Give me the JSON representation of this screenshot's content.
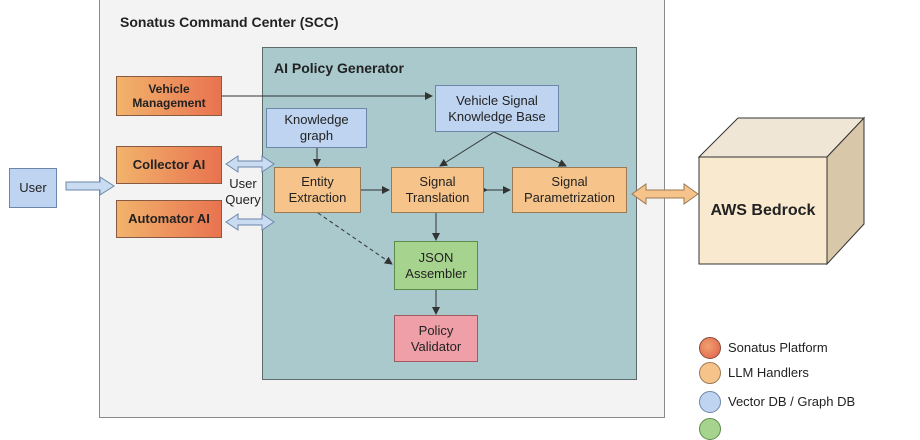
{
  "scc": {
    "title": "Sonatus Command Center (SCC)"
  },
  "generator": {
    "title": "AI Policy Generator"
  },
  "nodes": {
    "user": "User",
    "vehicle_management": "Vehicle Management",
    "collector_ai": "Collector AI",
    "automator_ai": "Automator AI",
    "user_query": "User Query",
    "knowledge_graph": "Knowledge graph",
    "vehicle_signal_kb": "Vehicle Signal Knowledge Base",
    "entity_extraction": "Entity Extraction",
    "signal_translation": "Signal Translation",
    "signal_parametrization": "Signal Parametrization",
    "json_assembler": "JSON Assembler",
    "policy_validator": "Policy Validator",
    "aws_bedrock": "AWS Bedrock"
  },
  "legend": [
    {
      "label": "Sonatus Platform",
      "color": "#e8734f"
    },
    {
      "label": "LLM Handlers",
      "color": "#f6c38a"
    },
    {
      "label": "Vector DB / Graph DB",
      "color": "#bfd4f0"
    },
    {
      "label": "",
      "color": "#a6d38e"
    }
  ],
  "colors": {
    "sonatus_platform": "#e8734f",
    "llm_handlers": "#f6c38a",
    "vector_db": "#bfd4f0",
    "json": "#a6d38e",
    "validator": "#ee9fa8",
    "generator_bg": "#a9c9cd",
    "scc_bg": "#f3f3f3"
  }
}
